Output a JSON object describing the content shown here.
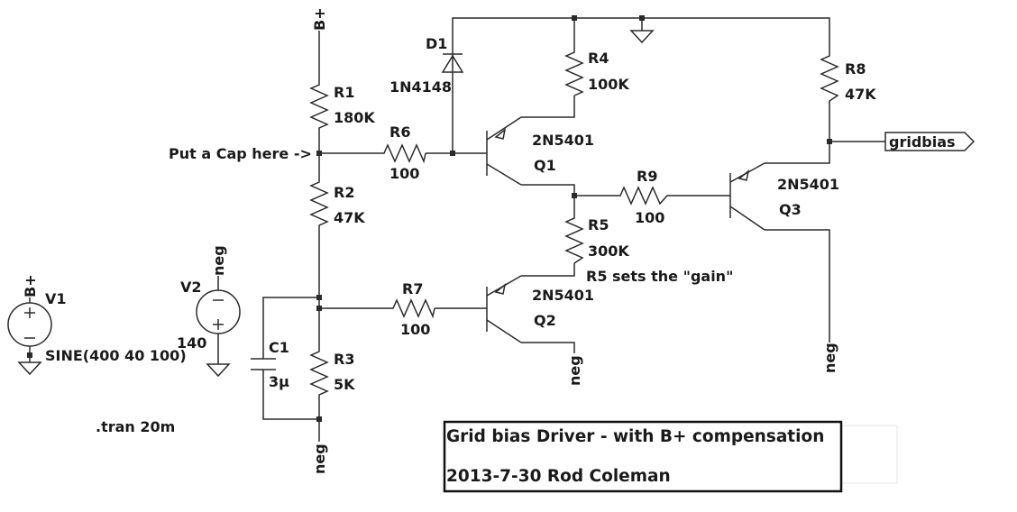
{
  "components": {
    "r1": {
      "ref": "R1",
      "value": "180K"
    },
    "r2": {
      "ref": "R2",
      "value": "47K"
    },
    "r3": {
      "ref": "R3",
      "value": "5K"
    },
    "r4": {
      "ref": "R4",
      "value": "100K"
    },
    "r5": {
      "ref": "R5",
      "value": "300K"
    },
    "r6": {
      "ref": "R6",
      "value": "100"
    },
    "r7": {
      "ref": "R7",
      "value": "100"
    },
    "r8": {
      "ref": "R8",
      "value": "47K"
    },
    "r9": {
      "ref": "R9",
      "value": "100"
    },
    "c1": {
      "ref": "C1",
      "value": "3µ"
    },
    "d1": {
      "ref": "D1",
      "value": "1N4148"
    },
    "q1": {
      "ref": "Q1",
      "value": "2N5401"
    },
    "q2": {
      "ref": "Q2",
      "value": "2N5401"
    },
    "q3": {
      "ref": "Q3",
      "value": "2N5401"
    },
    "v1": {
      "ref": "V1",
      "value": "SINE(400 40 100)"
    },
    "v2": {
      "ref": "V2",
      "value": "140"
    }
  },
  "nets": {
    "bplus": "B+",
    "neg": "neg",
    "gridbias": "gridbias"
  },
  "annotations": {
    "cap_note": "Put a Cap here ->",
    "r5_note": "R5 sets the \"gain\"",
    "sim_directive": ".tran 20m"
  },
  "title_block": {
    "title": "Grid bias Driver - with B+ compensation",
    "author_line": "2013-7-30 Rod Coleman"
  }
}
